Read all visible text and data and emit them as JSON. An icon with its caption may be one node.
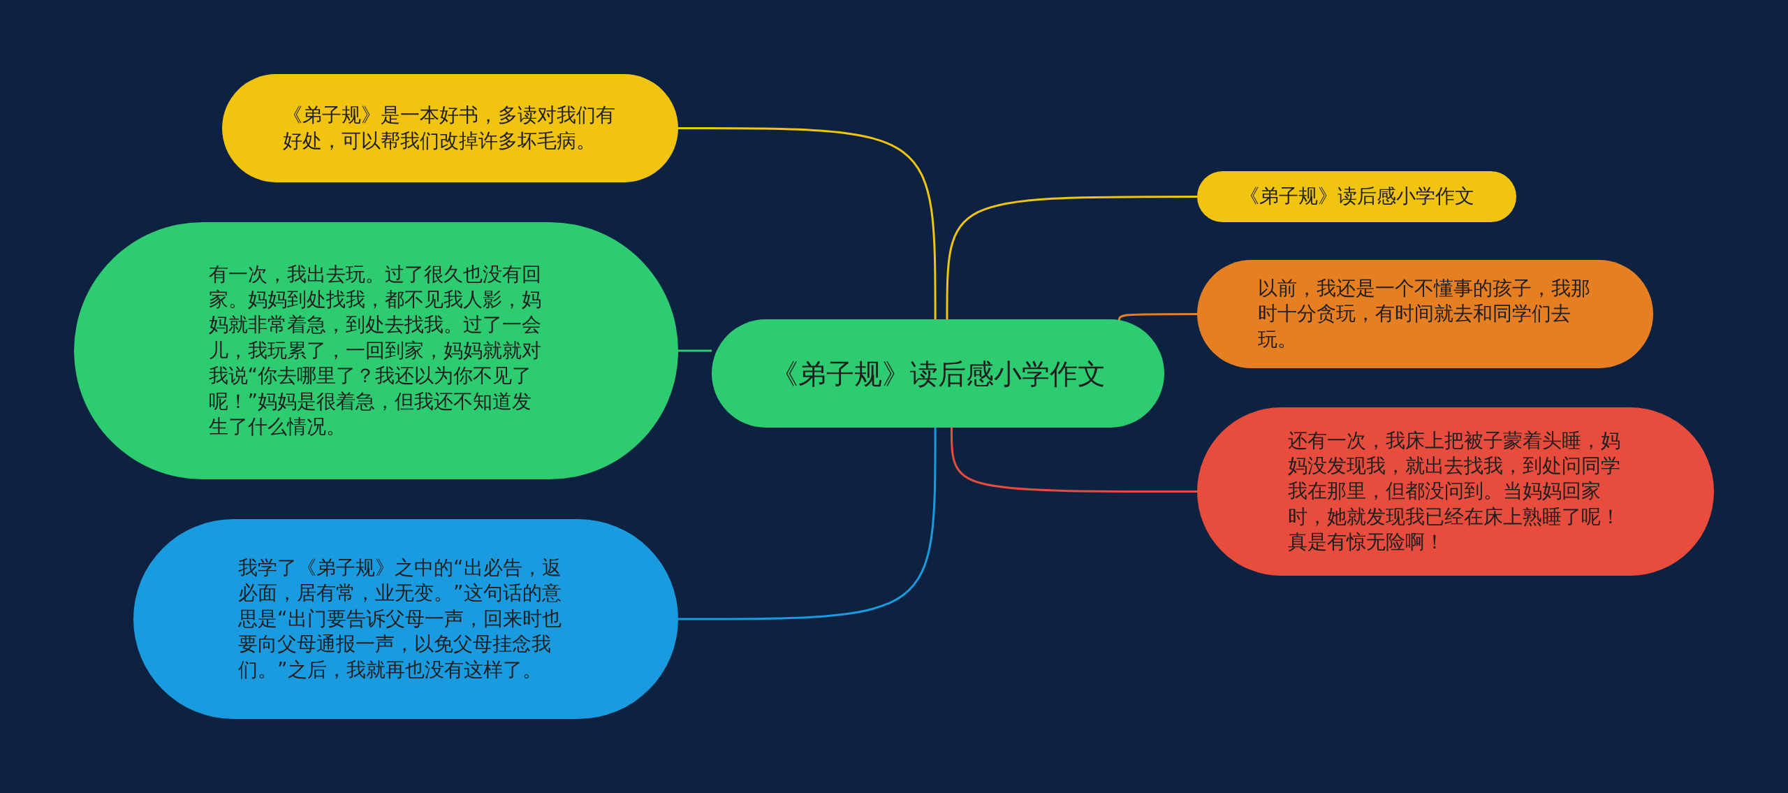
{
  "diagram": {
    "nodes": [
      {
        "text": [
          "《弟子规》读后感小学作文"
        ]
      },
      {
        "text": [
          "《弟子规》是一本好书，多读对我们有好处，可以帮我们改掉许多坏毛病。"
        ]
      },
      {
        "text": [
          "有一次，我出去玩。过了很久也没有回家。妈妈到处找我，都不见我人影，妈妈就非常着急，到处去找我。过了一会儿，我玩累了，一回到家，妈妈就就对我说“你去哪里了？我还以为你不见了呢！”妈妈是很着急，但我还不知道发生了什么情况。"
        ]
      },
      {
        "text": [
          "我学了《弟子规》之中的“出必告，返必面，居有常，业无变。”这句话的意思是“出门要告诉父母一声，回来时也要向父母通报一声，以免父母挂念我们。”之后，我就再也没有这样了。"
        ]
      },
      {
        "text": [
          "《弟子规》读后感小学作文"
        ]
      },
      {
        "text": [
          "以前，我还是一个不懂事的孩子，我那时十分贪玩，有时间就去和同学们去玩。"
        ]
      },
      {
        "text": [
          "还有一次，我床上把被子蒙着头睡，妈妈没发现我，就出去找我，到处问同学我在那里，但都没问到。当妈妈回家时，她就发现我已经在床上熟睡了呢！真是有惊无险啊！"
        ]
      }
    ],
    "edges": [
      {
        "from": 0,
        "to": 1,
        "arrow": "none",
        "color": "#f1c40f"
      },
      {
        "from": 0,
        "to": 2,
        "arrow": "none",
        "color": "#2ecc71"
      },
      {
        "from": 0,
        "to": 3,
        "arrow": "none",
        "color": "#1a9be0"
      },
      {
        "from": 0,
        "to": 4,
        "arrow": "none",
        "color": "#f1c40f"
      },
      {
        "from": 0,
        "to": 5,
        "arrow": "none",
        "color": "#e67e22"
      },
      {
        "from": 0,
        "to": 6,
        "arrow": "none",
        "color": "#e74c3c"
      }
    ]
  }
}
